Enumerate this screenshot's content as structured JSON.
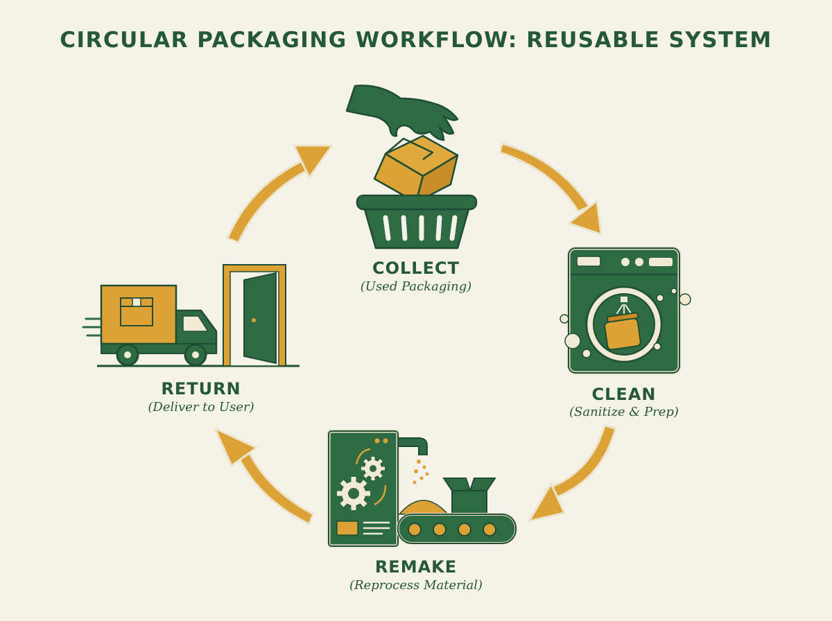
{
  "title": "CIRCULAR PACKAGING WORKFLOW: REUSABLE SYSTEM",
  "colors": {
    "background": "#f5f2e9",
    "green": "#2e6b45",
    "dark_green": "#1f4d33",
    "gold": "#dca235",
    "outline_halo": "#ece4cc"
  },
  "steps": [
    {
      "id": "collect",
      "label": "COLLECT",
      "subtitle": "(Used Packaging)",
      "icon": "hand-basket-box-icon"
    },
    {
      "id": "clean",
      "label": "CLEAN",
      "subtitle": "(Sanitize & Prep)",
      "icon": "washing-machine-jar-icon"
    },
    {
      "id": "remake",
      "label": "REMAKE",
      "subtitle": "(Reprocess Material)",
      "icon": "factory-conveyor-icon"
    },
    {
      "id": "return",
      "label": "RETURN",
      "subtitle": "(Deliver to User)",
      "icon": "delivery-truck-door-icon"
    }
  ],
  "flow": [
    {
      "from": "collect",
      "to": "clean"
    },
    {
      "from": "clean",
      "to": "remake"
    },
    {
      "from": "remake",
      "to": "return"
    },
    {
      "from": "return",
      "to": "collect"
    }
  ]
}
